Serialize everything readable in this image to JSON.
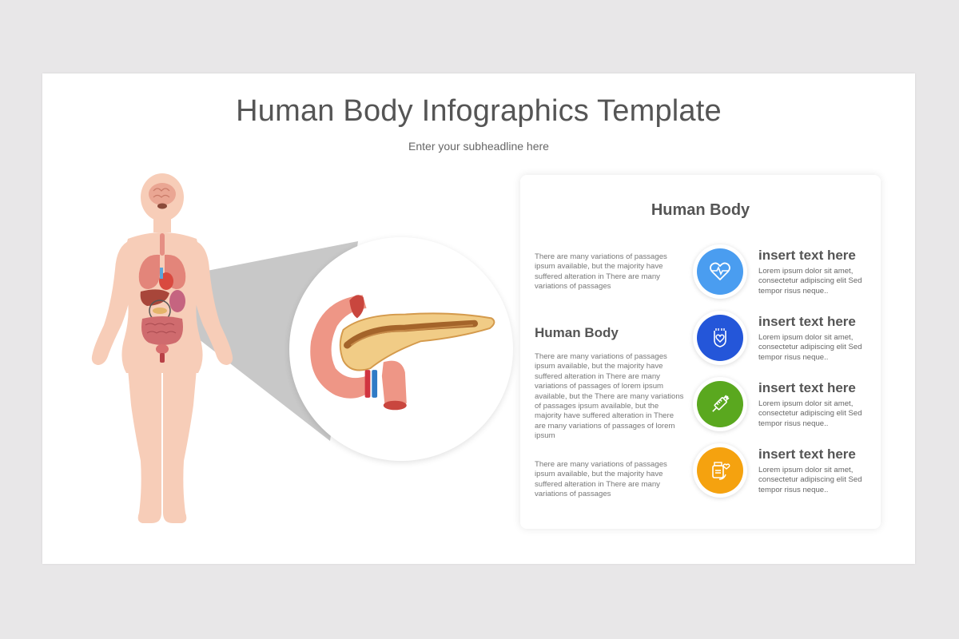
{
  "slide": {
    "title": "Human Body Infographics Template",
    "subtitle": "Enter your subheadline here"
  },
  "illustration": {
    "figure": "female-body-with-organs",
    "highlighted_organ": "pancreas"
  },
  "card": {
    "title": "Human Body",
    "left_column": {
      "paragraph_1": "There are many variations of passages ipsum available, but the majority have suffered alteration in There are many variations of passages",
      "heading": "Human Body",
      "paragraph_2": "There are many variations of passages ipsum available, but the majority have suffered alteration in There are many variations of passages of lorem ipsum available, but the There are many variations of passages ipsum available, but the majority have suffered alteration in There are many variations of passages of lorem ipsum",
      "paragraph_3": "There are many variations of passages ipsum available, but the majority have suffered alteration in There are many variations of passages"
    },
    "items": [
      {
        "title": "insert text here",
        "description": "Lorem ipsum dolor sit amet, consectetur adipiscing elit Sed tempor risus neque..",
        "icon": "heartbeat-icon",
        "color": "#4a9df0"
      },
      {
        "title": "insert text here",
        "description": "Lorem ipsum dolor sit amet, consectetur adipiscing elit Sed tempor risus neque..",
        "icon": "hands-heart-icon",
        "color": "#2456d9"
      },
      {
        "title": "insert text here",
        "description": "Lorem ipsum dolor sit amet, consectetur adipiscing elit Sed tempor risus neque..",
        "icon": "syringe-icon",
        "color": "#5aa81f"
      },
      {
        "title": "insert text here",
        "description": "Lorem ipsum dolor sit amet, consectetur adipiscing elit Sed tempor risus neque..",
        "icon": "medicine-bottle-icon",
        "color": "#f5a20f"
      }
    ]
  },
  "colors": {
    "background": "#e8e7e8",
    "slide": "#ffffff",
    "heading_text": "#555555",
    "body_text": "#777777",
    "skin": "#f7cdb8"
  }
}
